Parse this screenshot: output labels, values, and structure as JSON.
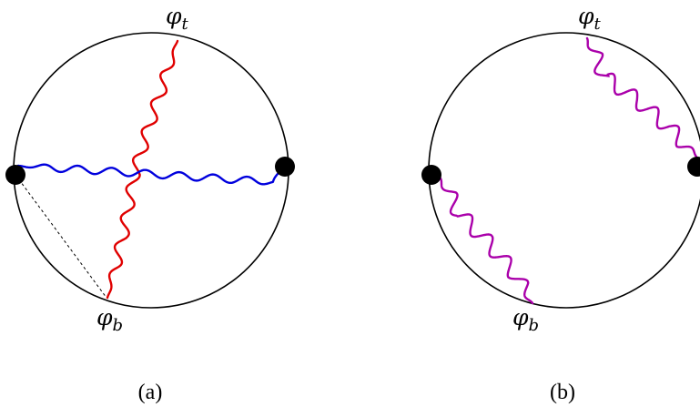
{
  "panels": [
    {
      "id": "a",
      "caption": "(a)",
      "top_label": {
        "base": "φ",
        "sub": "t"
      },
      "bottom_label": {
        "base": "φ",
        "sub": "b"
      }
    },
    {
      "id": "b",
      "caption": "(b)",
      "top_label": {
        "base": "φ",
        "sub": "t"
      },
      "bottom_label": {
        "base": "φ",
        "sub": "b"
      }
    }
  ],
  "colors": {
    "circle": "#000000",
    "vertical_curve": "#e00000",
    "horizontal_curve": "#0000dd",
    "arc_curve": "#aa00aa",
    "marker": "#000000",
    "dashed_chord": "#000000"
  }
}
